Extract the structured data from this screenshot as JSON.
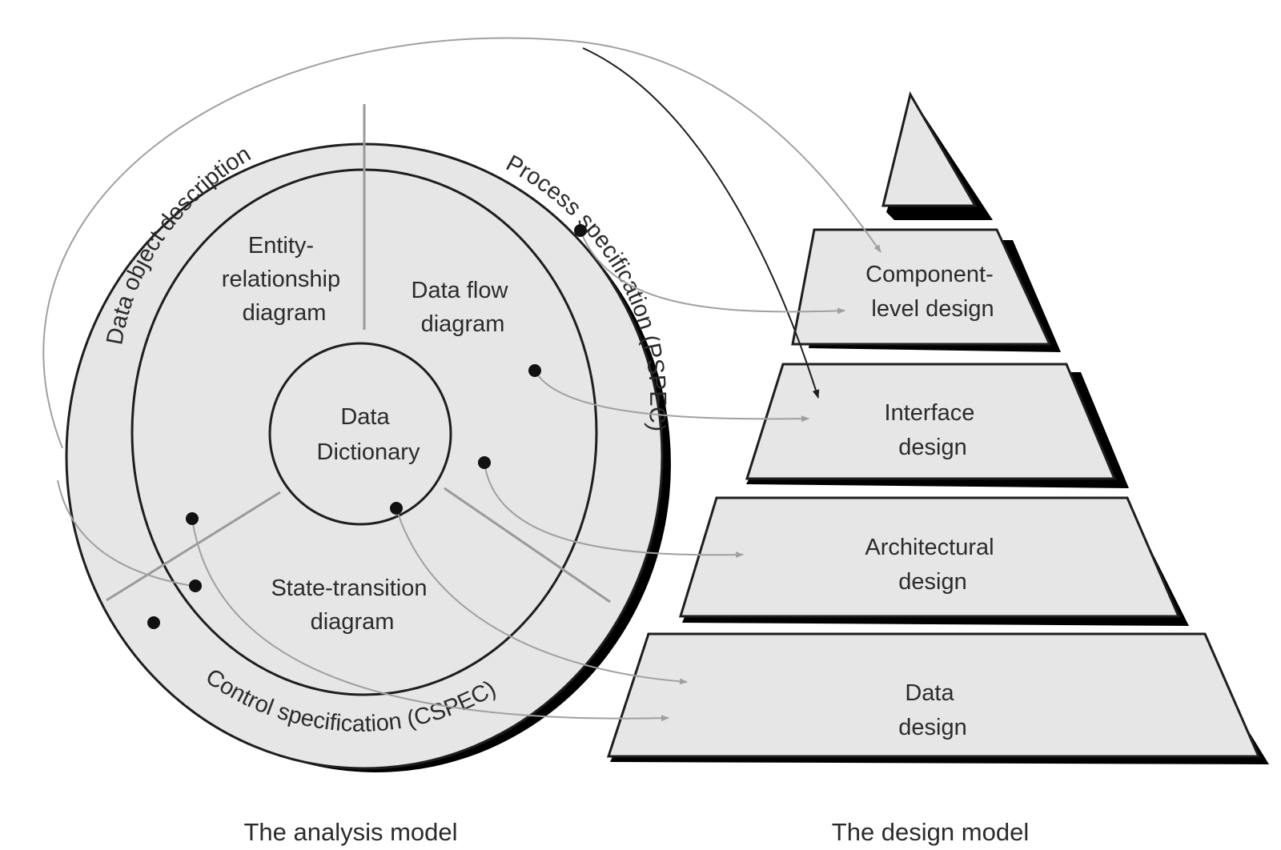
{
  "analysis_model": {
    "caption": "The analysis model",
    "outer_ring": {
      "data_object_description": "Data object description",
      "process_specification": "Process specification (PSPEC)",
      "control_specification": "Control specification (CSPEC)"
    },
    "inner_ring": {
      "erd": [
        "Entity-",
        "relationship",
        "diagram"
      ],
      "dfd": [
        "Data flow",
        "diagram"
      ],
      "std": [
        "State-transition",
        "diagram"
      ]
    },
    "core": [
      "Data",
      "Dictionary"
    ]
  },
  "design_model": {
    "caption": "The design model",
    "layers": {
      "component": [
        "Component-",
        "level design"
      ],
      "interface": [
        "Interface",
        "design"
      ],
      "architectural": [
        "Architectural",
        "design"
      ],
      "data": [
        "Data",
        "design"
      ]
    }
  },
  "colors": {
    "fill": "#e6e6e6",
    "stroke": "#1e1e1e",
    "shadow": "#000000",
    "arrow": "#a0a0a0",
    "arrow_dark": "#1e1e1e"
  }
}
